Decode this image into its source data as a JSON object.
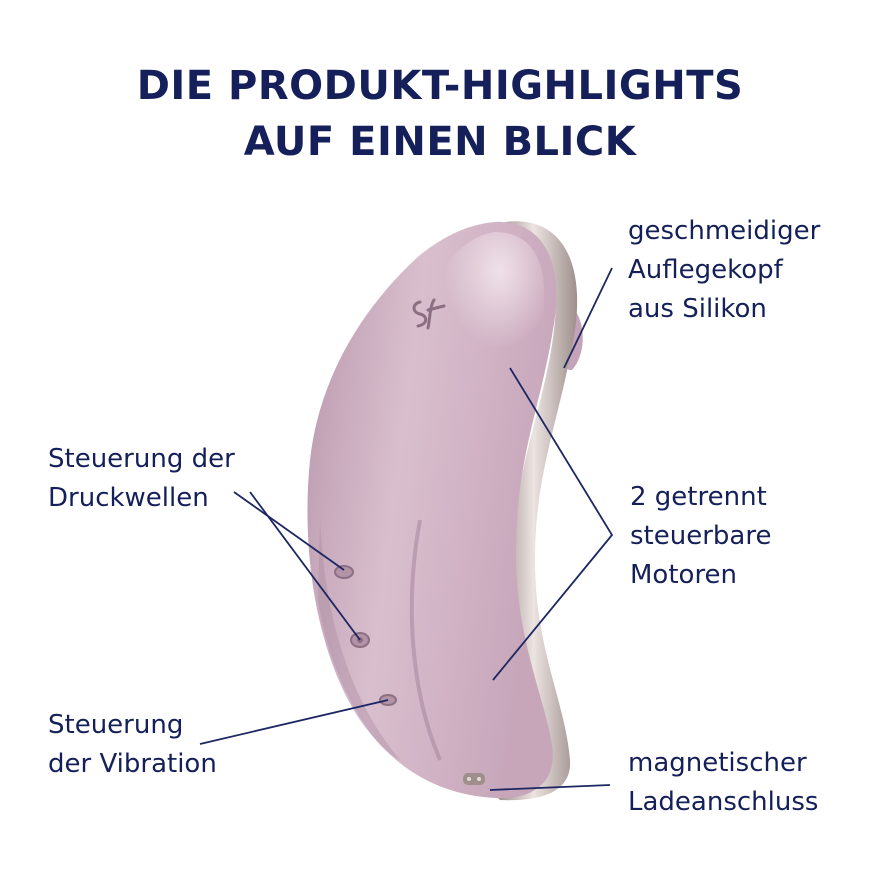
{
  "colors": {
    "text": "#15205a",
    "line": "#1c2763",
    "body": "#c9a9bd",
    "body_light": "#e6d2dd",
    "body_shadow": "#a4849a",
    "rim": "#b9aeac"
  },
  "heading": {
    "line1": "DIE PRODUKT-HIGHLIGHTS",
    "line2": "AUF EINEN BLICK"
  },
  "labels": {
    "head": {
      "l1": "geschmeidiger",
      "l2": "Auflegekopf",
      "l3": "aus Silikon"
    },
    "motors": {
      "l1": "2 getrennt",
      "l2": "steuerbare",
      "l3": "Motoren"
    },
    "pressure": {
      "l1": "Steuerung der",
      "l2": "Druckwellen"
    },
    "vibration": {
      "l1": "Steuerung",
      "l2": "der Vibration"
    },
    "charging": {
      "l1": "magnetischer",
      "l2": "Ladeanschluss"
    }
  },
  "icons": {
    "logo": "satisfyer-logo-icon"
  }
}
